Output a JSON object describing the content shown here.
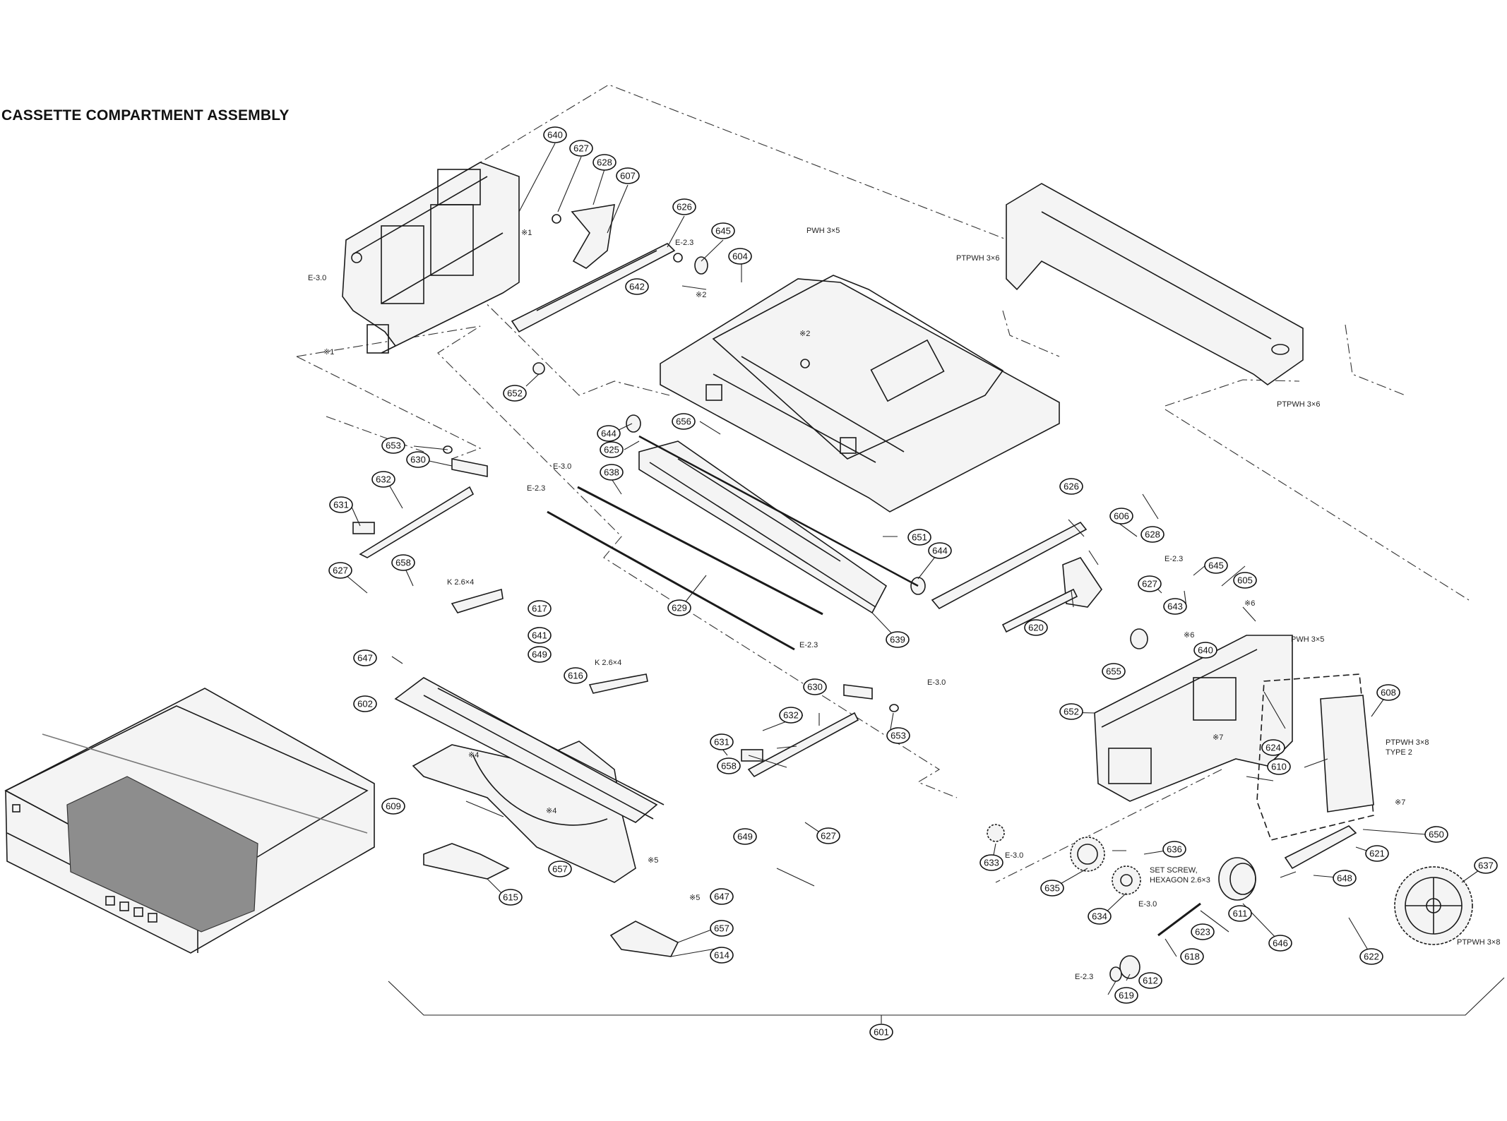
{
  "title": "CASSETTE COMPARTMENT ASSEMBLY",
  "callouts": [
    {
      "n": "601"
    },
    {
      "n": "602"
    },
    {
      "n": "604"
    },
    {
      "n": "605"
    },
    {
      "n": "606"
    },
    {
      "n": "607"
    },
    {
      "n": "608"
    },
    {
      "n": "609"
    },
    {
      "n": "610"
    },
    {
      "n": "611"
    },
    {
      "n": "612"
    },
    {
      "n": "614"
    },
    {
      "n": "615"
    },
    {
      "n": "616"
    },
    {
      "n": "617"
    },
    {
      "n": "618"
    },
    {
      "n": "619"
    },
    {
      "n": "620"
    },
    {
      "n": "621"
    },
    {
      "n": "622"
    },
    {
      "n": "623"
    },
    {
      "n": "624"
    },
    {
      "n": "625"
    },
    {
      "n": "626"
    },
    {
      "n": "626"
    },
    {
      "n": "627"
    },
    {
      "n": "627"
    },
    {
      "n": "627"
    },
    {
      "n": "627"
    },
    {
      "n": "628"
    },
    {
      "n": "628"
    },
    {
      "n": "629"
    },
    {
      "n": "630"
    },
    {
      "n": "630"
    },
    {
      "n": "631"
    },
    {
      "n": "631"
    },
    {
      "n": "632"
    },
    {
      "n": "632"
    },
    {
      "n": "633"
    },
    {
      "n": "634"
    },
    {
      "n": "635"
    },
    {
      "n": "636"
    },
    {
      "n": "637"
    },
    {
      "n": "638"
    },
    {
      "n": "639"
    },
    {
      "n": "640"
    },
    {
      "n": "640"
    },
    {
      "n": "641"
    },
    {
      "n": "642"
    },
    {
      "n": "643"
    },
    {
      "n": "644"
    },
    {
      "n": "644"
    },
    {
      "n": "645"
    },
    {
      "n": "645"
    },
    {
      "n": "646"
    },
    {
      "n": "647"
    },
    {
      "n": "647"
    },
    {
      "n": "648"
    },
    {
      "n": "649"
    },
    {
      "n": "649"
    },
    {
      "n": "650"
    },
    {
      "n": "651"
    },
    {
      "n": "652"
    },
    {
      "n": "652"
    },
    {
      "n": "653"
    },
    {
      "n": "653"
    },
    {
      "n": "655"
    },
    {
      "n": "656"
    },
    {
      "n": "657"
    },
    {
      "n": "657"
    },
    {
      "n": "658"
    },
    {
      "n": "658"
    }
  ],
  "notes": [
    {
      "t": "E-3.0"
    },
    {
      "t": "E-2.3"
    },
    {
      "t": "PWH 3×5"
    },
    {
      "t": "PTPWH 3×6"
    },
    {
      "t": "PTPWH 3×6"
    },
    {
      "t": "E-3.0"
    },
    {
      "t": "E-2.3"
    },
    {
      "t": "K 2.6×4"
    },
    {
      "t": "K 2.6×4"
    },
    {
      "t": "E-2.3"
    },
    {
      "t": "E-3.0"
    },
    {
      "t": "E-2.3"
    },
    {
      "t": "PWH 3×5"
    },
    {
      "t": "PTPWH 3×8"
    },
    {
      "t": "TYPE 2"
    },
    {
      "t": "E-3.0"
    },
    {
      "t": "SET SCREW,"
    },
    {
      "t": "HEXAGON 2.6×3"
    },
    {
      "t": "E-3.0"
    },
    {
      "t": "PTPWH 3×8"
    },
    {
      "t": "E-2.3"
    },
    {
      "t": "※1"
    },
    {
      "t": "※1"
    },
    {
      "t": "※2"
    },
    {
      "t": "※2"
    },
    {
      "t": "※4"
    },
    {
      "t": "※4"
    },
    {
      "t": "※5"
    },
    {
      "t": "※5"
    },
    {
      "t": "※6"
    },
    {
      "t": "※6"
    },
    {
      "t": "※7"
    },
    {
      "t": "※7"
    }
  ]
}
